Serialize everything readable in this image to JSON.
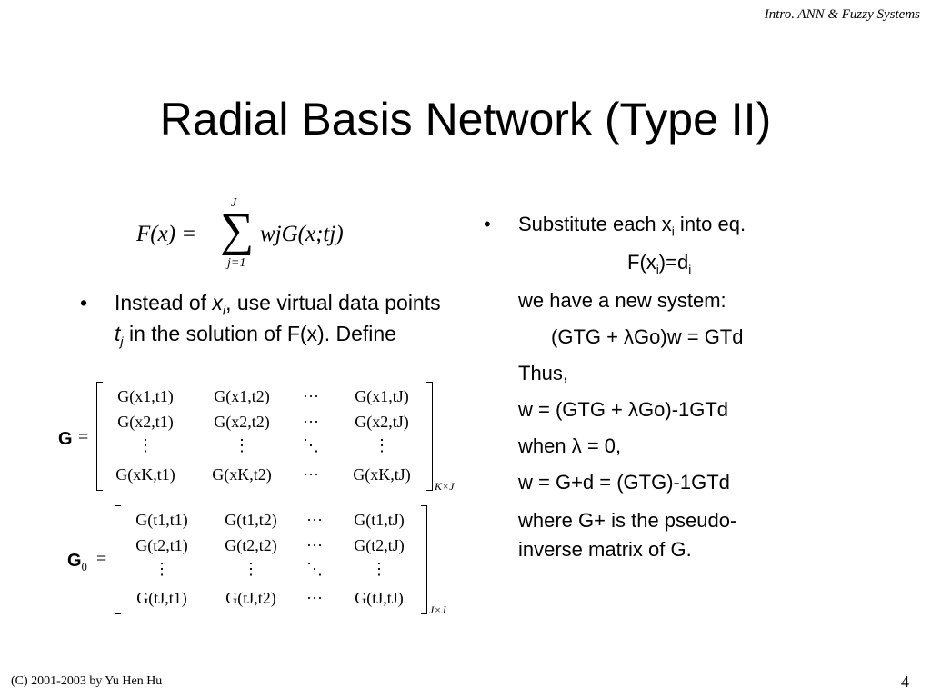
{
  "header": {
    "course": "Intro. ANN & Fuzzy Systems"
  },
  "title": "Radial Basis Network (Type II)",
  "formula_fx": {
    "lhs": "F(x) =",
    "sum_top": "J",
    "sum_bottom": "j=1",
    "sigma": "∑",
    "rhs": "wjG(x;tj)"
  },
  "left_bullet": {
    "marker": "•",
    "text_1": "Instead of ",
    "var_x": "x",
    "sub_i": "i",
    "text_2": ", use virtual data points ",
    "var_t": "t",
    "sub_j": "j",
    "text_3": " in the solution of F(x). Define"
  },
  "matrix_G": {
    "label": "G",
    "equals": "=",
    "size": "K×J",
    "rows": [
      [
        "G(x1,t1)",
        "G(x1,t2)",
        "···",
        "G(x1,tJ)"
      ],
      [
        "G(x2,t1)",
        "G(x2,t2)",
        "···",
        "G(x2,tJ)"
      ],
      [
        "⋮",
        "⋮",
        "⋱",
        "⋮"
      ],
      [
        "G(xK,t1)",
        "G(xK,t2)",
        "···",
        "G(xK,tJ)"
      ]
    ]
  },
  "matrix_G0": {
    "label": "G",
    "label_sub": "0",
    "equals": "=",
    "size": "J×J",
    "rows": [
      [
        "G(t1,t1)",
        "G(t1,t2)",
        "···",
        "G(t1,tJ)"
      ],
      [
        "G(t2,t1)",
        "G(t2,t2)",
        "···",
        "G(t2,tJ)"
      ],
      [
        "⋮",
        "⋮",
        "⋱",
        "⋮"
      ],
      [
        "G(tJ,t1)",
        "G(tJ,t2)",
        "···",
        "G(tJ,tJ)"
      ]
    ]
  },
  "right_column": {
    "marker": "•",
    "l1": "Substitute each x",
    "l1_sub": "i",
    "l1_end": " into eq.",
    "l2": "F(x",
    "l2_sub": "i",
    "l2_mid": ")=d",
    "l2_sub2": "i",
    "l3": "we have a new system:",
    "l4": "(GTG + λGo)w = GTd",
    "l5": "Thus,",
    "l6": "w = (GTG + λGo)-1GTd",
    "l7": "when λ = 0,",
    "l8": "w = G+d = (GTG)-1GTd",
    "l9": "where G+ is the pseudo-",
    "l10": "inverse matrix of G."
  },
  "footer": {
    "copyright": "(C) 2001-2003  by Yu Hen Hu",
    "page_number": "4"
  }
}
